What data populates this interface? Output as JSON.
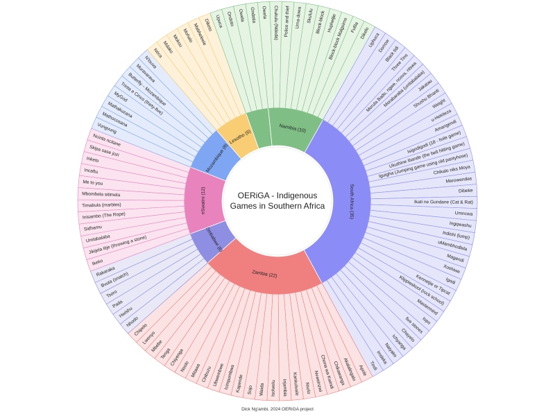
{
  "chart_data": {
    "type": "sunburst",
    "title": "OERiGA - Indigenous Games in Southern Africa",
    "title_lines": [
      "OERiGA - Indigenous",
      "Games in Southern Africa"
    ],
    "footer": "Dick Ng'ambi, 2024 OERiGA project",
    "groups": [
      {
        "name": "Namibia",
        "value": 10,
        "label": "Namibia (10)",
        "color": "#7fbf86",
        "light": "#e6f4e3",
        "items": [
          "Owela",
          "Chukulu (Ndoda)",
          "Police and thief",
          "Uma-dowa",
          "Skululu",
          "Block-block",
          "Hupheljie",
          "Block-block Malgoimo",
          "Fufila",
          "Dikelo"
        ]
      },
      {
        "name": "South Africa",
        "value": 35,
        "label": "South Africa (35)",
        "color": "#8c8cf7",
        "light": "#e6e6fa",
        "items": [
          "Uphuca",
          "Dorrow",
          "Black tidi",
          "Three Tins",
          "Morula Bado, ngwe, ncova, ntswa",
          "Morabaraba (umlabalaba)",
          "Jakatau",
          "Shushu Bhanti",
          "Weight",
          "u-Hekiteza",
          "Amangendi",
          "Isigodigodi (18 - hole game)",
          "Ukuthine ibande (the belt hitting game)",
          "Iguigha (Jumping game using old pantyhose)",
          "Chikalo niks Moya",
          "Marowendas",
          "Dibeke",
          "Ikati ne Gundane (Cat & Rat)",
          "Umncwa",
          "Ingqwashu",
          "Indishi (lump)",
          "uMambhodlela",
          "Magendi",
          "Xoshiwe",
          "Igodi",
          "Kennetjie or Tipcat",
          "Klippieskool (rock school)",
          "Mastermind",
          "Iopo",
          "five stones",
          "Chayelo",
          "Ichyanga",
          "Naiyako",
          "Imdeka",
          "Tindi"
        ]
      },
      {
        "name": "Zambia",
        "value": 22,
        "label": "Zambia (22)",
        "color": "#f08080",
        "light": "#fbe3e3",
        "items": [
          "Apole",
          "Akalalingalo",
          "Chikawanga",
          "Chona wa Kwindi",
          "Nvweinzwi",
          "Nsolo",
          "Kankulwale",
          "Injambia",
          "Isolwelu",
          "Waida",
          "Sojo",
          "Kapende",
          "Icimpombwa",
          "Ubwembwe",
          "Chibuzu",
          "Mitawa",
          "Nsolo",
          "Chiyenga",
          "Tenga",
          "Mbebe",
          "Lwenyo",
          "Chipelo"
        ]
      },
      {
        "name": "Zimbabwe",
        "value": 6,
        "label": "Zimbabwe (6)",
        "color": "#8e8ee2",
        "light": "#e8e8f6",
        "items": [
          "Nhodo",
          "Hwishu",
          "Pada",
          "Tsoro",
          "Bvuta (snatch)",
          "Rakaraka"
        ]
      },
      {
        "name": "eSwatini",
        "value": 12,
        "label": "eSwatini (12)",
        "color": "#e983be",
        "light": "#fbe4ef",
        "items": [
          "Ikeko",
          "Jikijela litje (throwing a stone)",
          "Umlabalaba",
          "Sidhamu",
          "Inisambo (The Rope)",
          "Timabula (marbles)",
          "Mbombela sitimela",
          "Me to you",
          "Incaftu",
          "Inketo",
          "Skipa sase jozi",
          "Ncinta ncitane"
        ]
      },
      {
        "name": "Mozambique",
        "value": 8,
        "label": "Mozambique (8)",
        "color": "#7fa6f2",
        "light": "#e4ecfb",
        "items": [
          "Vungvung",
          "Mathocosana",
          "Mathakuzana",
          "MyGod",
          "Trinta e Cinco (thirty-five)",
          "Butterfly – Mozambique",
          "Muravarava",
          "N'tsuva"
        ]
      },
      {
        "name": "Lesotho",
        "value": 6,
        "label": "Lesotho (6)",
        "color": "#f8cd73",
        "light": "#fdf2d9",
        "items": [
          "Néca",
          "Mdako",
          "Mokou",
          "Mohalo",
          "Mabheleele",
          "Diketo"
        ]
      },
      {
        "name": "Namibia",
        "value": 4,
        "label": "",
        "color": "#7fbf86",
        "light": "#e6f4e3",
        "items": [
          "Upuca",
          "Ondoto",
          "Owela",
          "Ondotia"
        ]
      }
    ]
  }
}
